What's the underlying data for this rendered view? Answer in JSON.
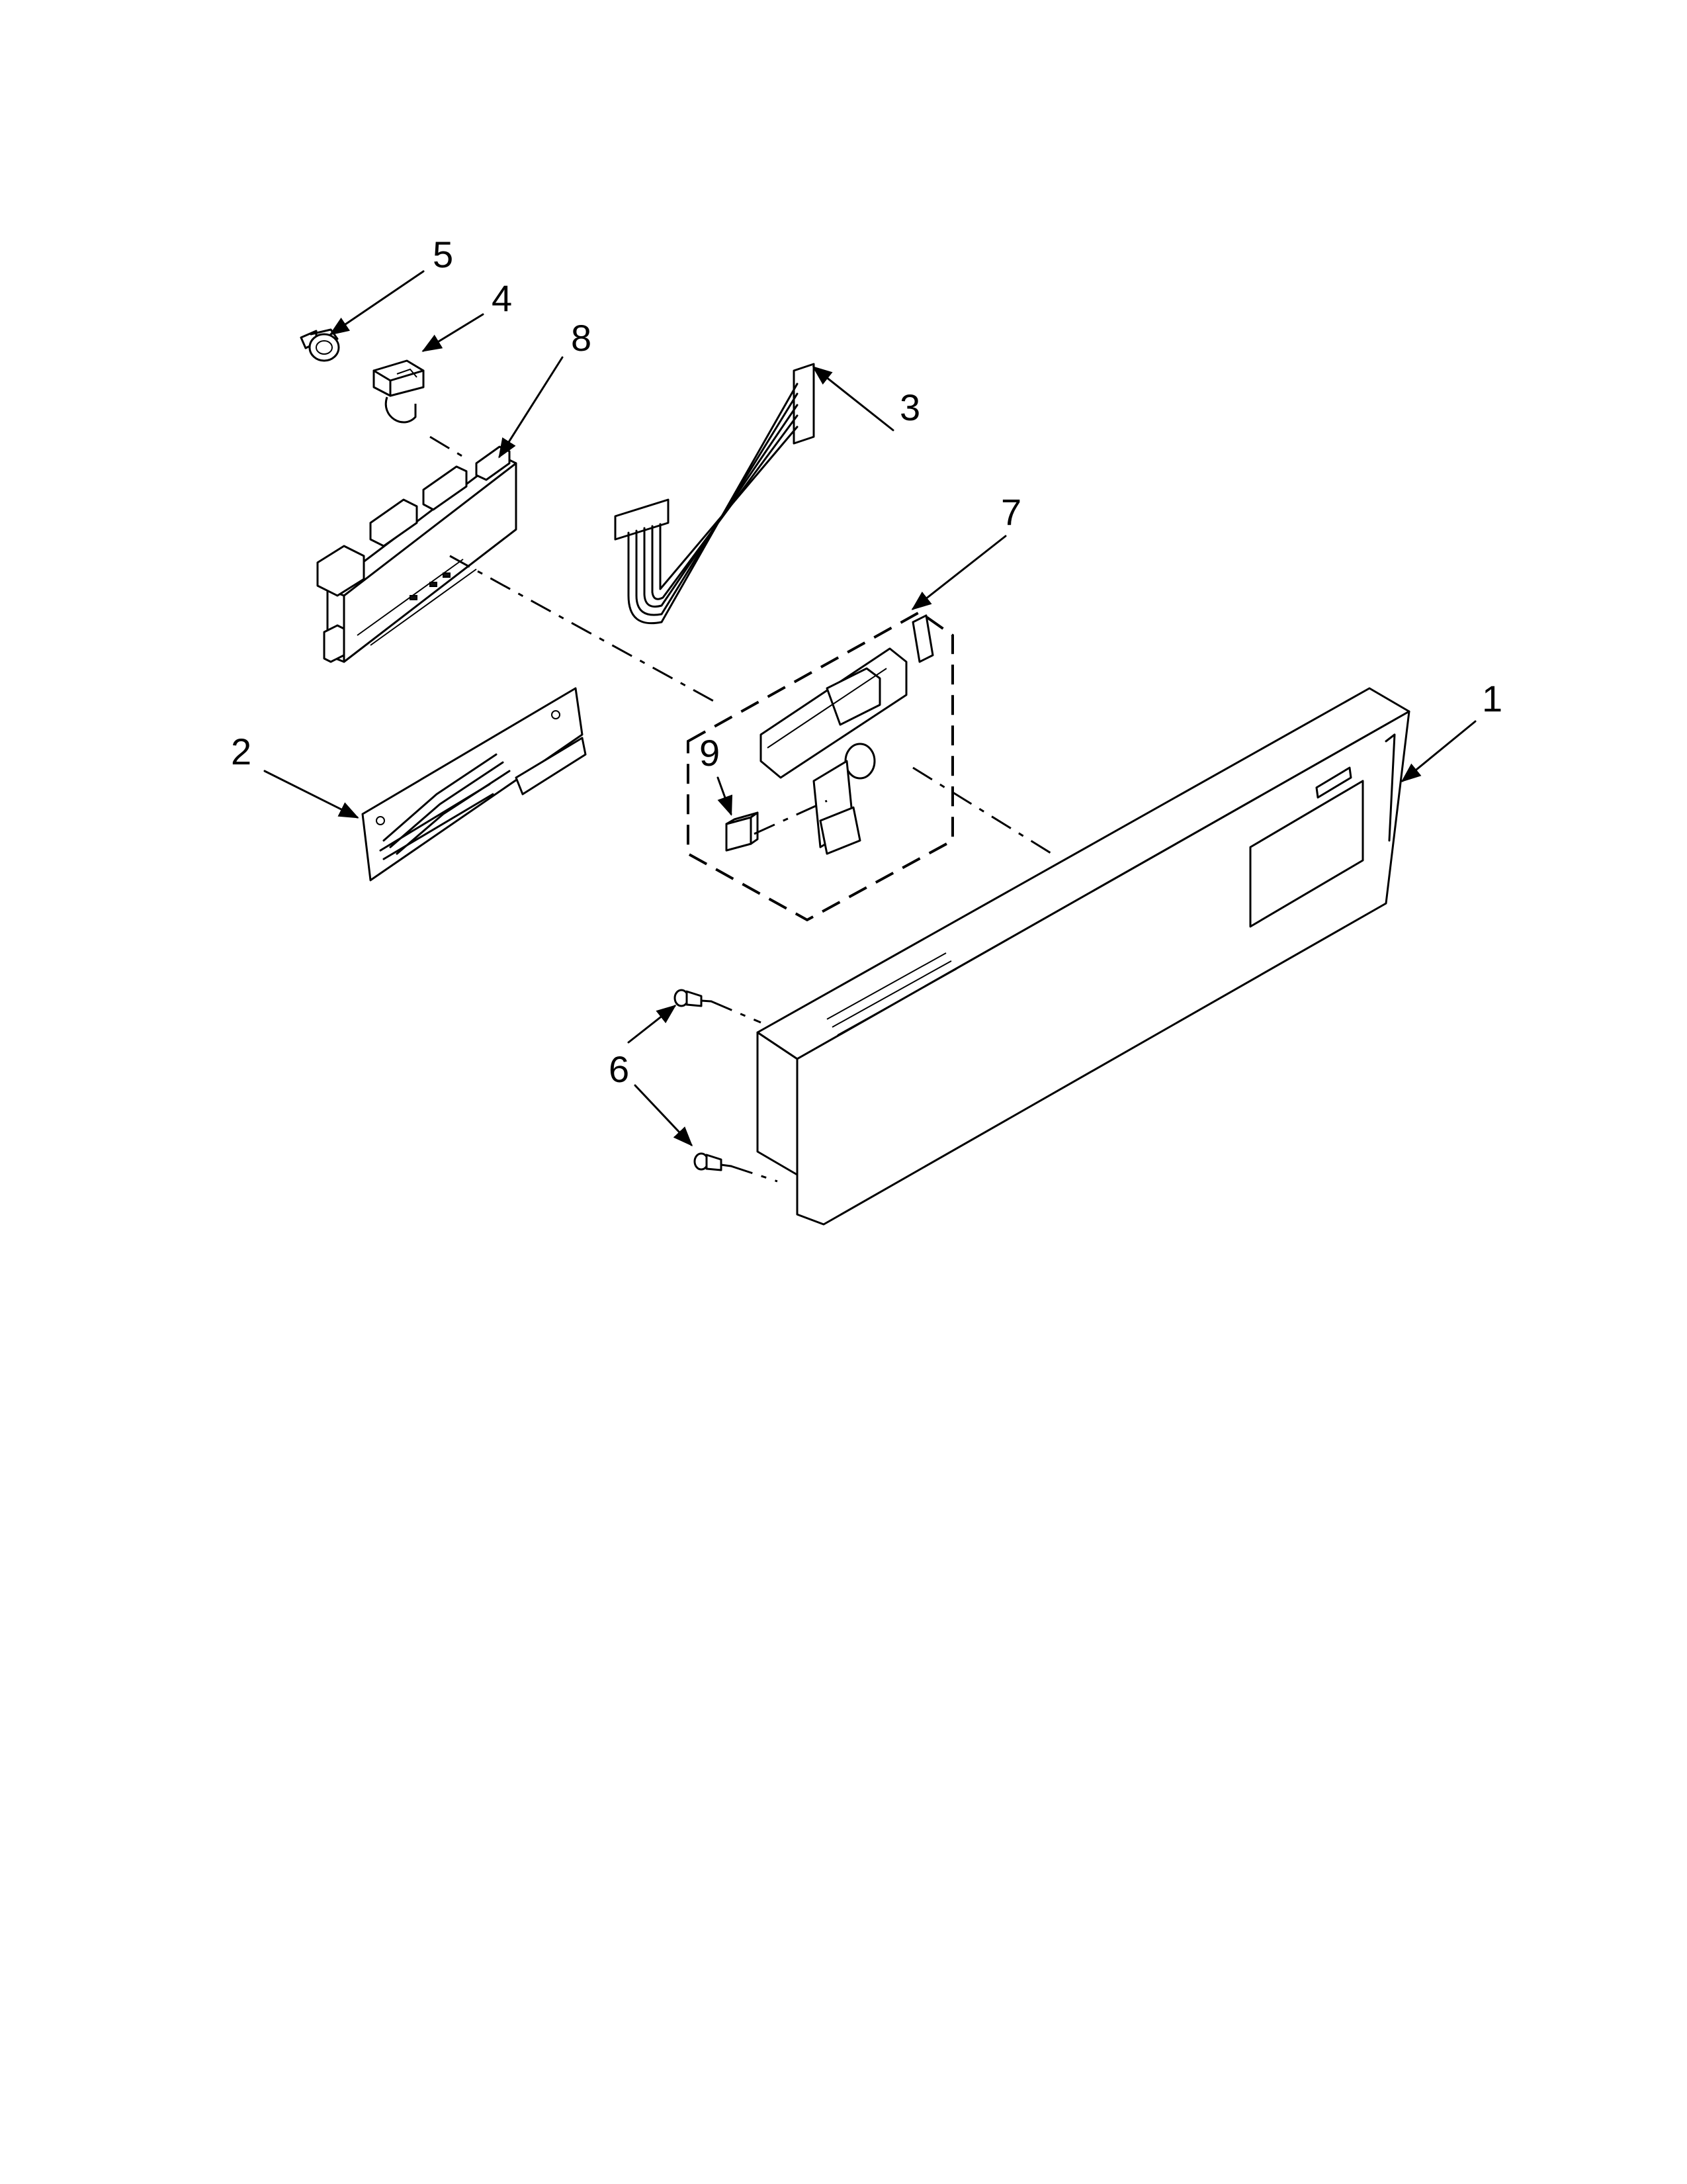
{
  "diagram": {
    "part_labels": {
      "p1": "1",
      "p2": "2",
      "p3": "3",
      "p4": "4",
      "p5": "5",
      "p6": "6",
      "p7": "7",
      "p8": "8",
      "p9": "9"
    }
  }
}
